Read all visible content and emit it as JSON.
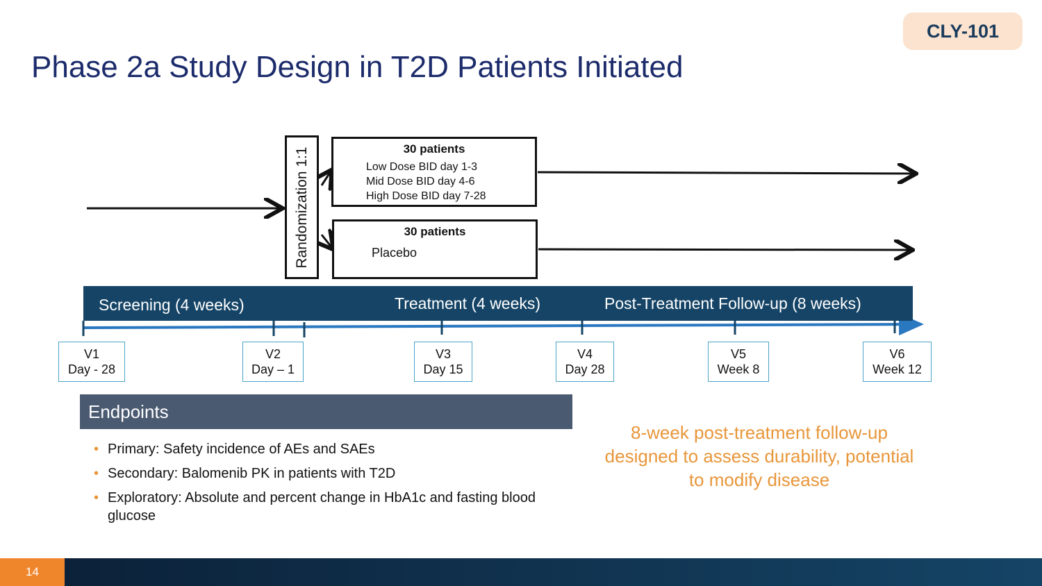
{
  "badge": "CLY-101",
  "title": "Phase 2a Study Design in T2D Patients Initiated",
  "randomization": "Randomization 1:1",
  "arms": [
    {
      "title": "30 patients",
      "lines": [
        "Low Dose BID day 1-3",
        "Mid Dose BID day 4-6",
        "High Dose BID day 7-28"
      ]
    },
    {
      "title": "30 patients",
      "lines": [
        "Placebo"
      ]
    }
  ],
  "phases": [
    "Screening (4 weeks)",
    "Treatment (4 weeks)",
    "Post-Treatment Follow-up (8 weeks)"
  ],
  "visits": [
    {
      "visit": "V1",
      "time": "Day - 28"
    },
    {
      "visit": "V2",
      "time": "Day – 1"
    },
    {
      "visit": "V3",
      "time": "Day 15"
    },
    {
      "visit": "V4",
      "time": "Day 28"
    },
    {
      "visit": "V5",
      "time": "Week 8"
    },
    {
      "visit": "V6",
      "time": "Week 12"
    }
  ],
  "endpoints": {
    "heading": "Endpoints",
    "items": [
      "Primary: Safety incidence of AEs and SAEs",
      "Secondary: Balomenib PK in patients with T2D",
      "Exploratory: Absolute and percent change in HbA1c and fasting blood glucose"
    ]
  },
  "note": "8-week post-treatment follow-up designed to assess durability, potential to modify disease",
  "page_number": "14",
  "colors": {
    "navy": "#154466",
    "orange": "#e8963a",
    "title": "#1c2b6b"
  }
}
